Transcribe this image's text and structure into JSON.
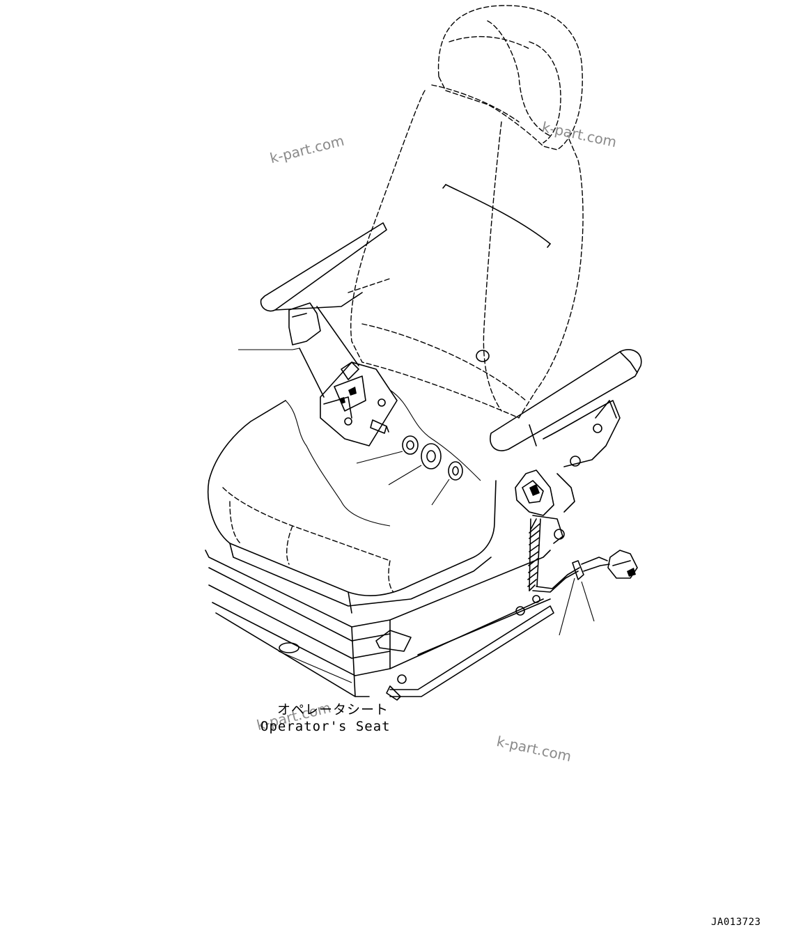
{
  "caption": {
    "japanese": "オペレータシート",
    "english": "Operator's Seat"
  },
  "drawing_code": "JA013723",
  "watermarks": [
    "k-part.com",
    "k-part.com",
    "k-part.com",
    "k-part.com"
  ],
  "icons": [
    "operator-seat-icon",
    "seat-belt-buckle-icon",
    "seat-belt-retractor-icon",
    "washer-icon",
    "wire-harness-icon",
    "connector-icon"
  ]
}
